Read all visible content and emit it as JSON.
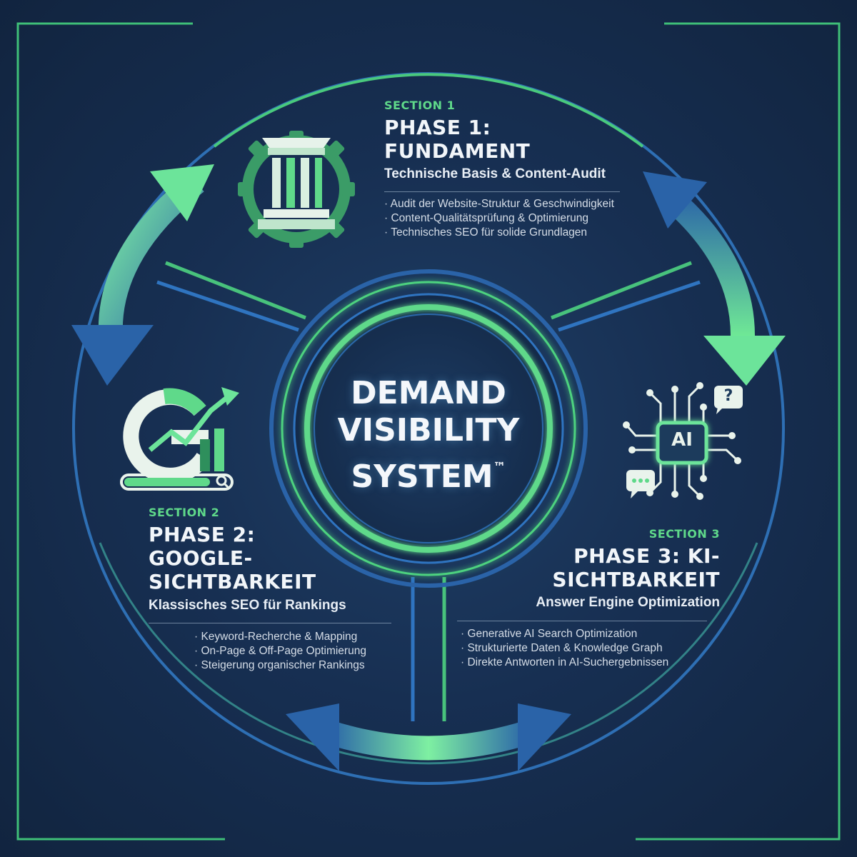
{
  "center": {
    "title_lines": [
      "DEMAND",
      "VISIBILITY",
      "SYSTEM"
    ],
    "trademark": "™"
  },
  "phases": [
    {
      "section": "SECTION 1",
      "title_lines": [
        "PHASE 1:",
        "FUNDAMENT"
      ],
      "subtitle": "Technische Basis & Content-Audit",
      "icon": "pillar-gear-icon",
      "bullets": [
        "Audit der Website-Struktur & Geschwindigkeit",
        "Content-Qualitätsprüfung & Optimierung",
        "Technisches SEO für solide Grundlagen"
      ]
    },
    {
      "section": "SECTION 2",
      "title_lines": [
        "PHASE 2:",
        "GOOGLE-",
        "SICHTBARKEIT"
      ],
      "subtitle": "Klassisches SEO für Rankings",
      "icon": "google-growth-search-icon",
      "bullets": [
        "Keyword-Recherche & Mapping",
        "On-Page & Off-Page Optimierung",
        "Steigerung organischer Rankings"
      ]
    },
    {
      "section": "SECTION 3",
      "title_lines": [
        "PHASE 3: KI-",
        "SICHTBARKEIT"
      ],
      "subtitle": "Answer Engine Optimization",
      "icon": "ai-chip-chat-icon",
      "chip_label": "AI",
      "question_mark": "?",
      "bullets": [
        "Generative AI Search Optimization",
        "Strukturierte Daten & Knowledge Graph",
        "Direkte Antworten in AI-Suchergebnissen"
      ]
    }
  ],
  "colors": {
    "background": "#172f52",
    "accent_green": "#5fd98a",
    "accent_blue": "#2f74c0",
    "text": "#f2f6fa"
  }
}
